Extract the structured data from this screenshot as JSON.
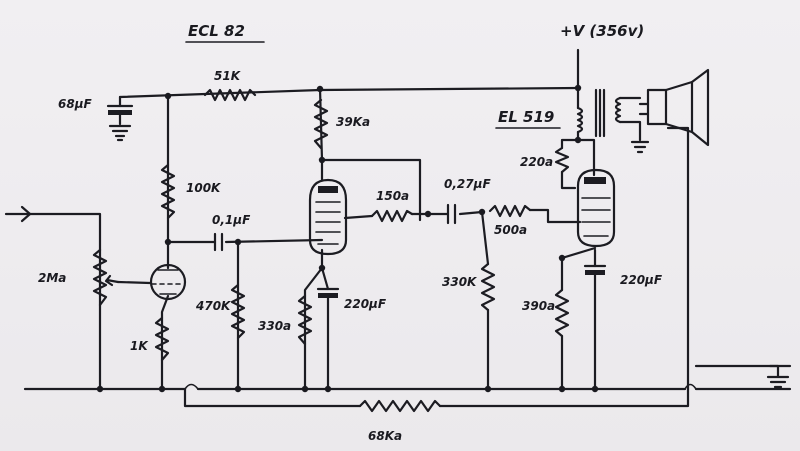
{
  "title": "ECL 82",
  "supply_label": "+V (356v)",
  "output_tube": "EL 519",
  "labels": {
    "c_input": "68µF",
    "r_feedback_top": "51K",
    "r_plate1": "39Ka",
    "r_plate_triode": "100K",
    "c_coupling1": "0,1µF",
    "pot": "2Ma",
    "r_grid": "470K",
    "r_cathode_triode": "1K",
    "r_cathode2": "330a",
    "c_cathode2": "220µF",
    "r_series": "150a",
    "c_coupling2": "0,27µF",
    "r_grid_stopper": "500a",
    "r_grid_leak": "330K",
    "r_screen": "220a",
    "r_cathode3": "390a",
    "c_cathode3": "220µF",
    "r_feedback_bottom": "68Ka"
  },
  "colors": {
    "ink": "#1c1c22",
    "paper": "#efedf0"
  },
  "icons": [
    "input-arrow-icon",
    "ground-icon",
    "speaker-icon",
    "output-transformer-icon"
  ]
}
